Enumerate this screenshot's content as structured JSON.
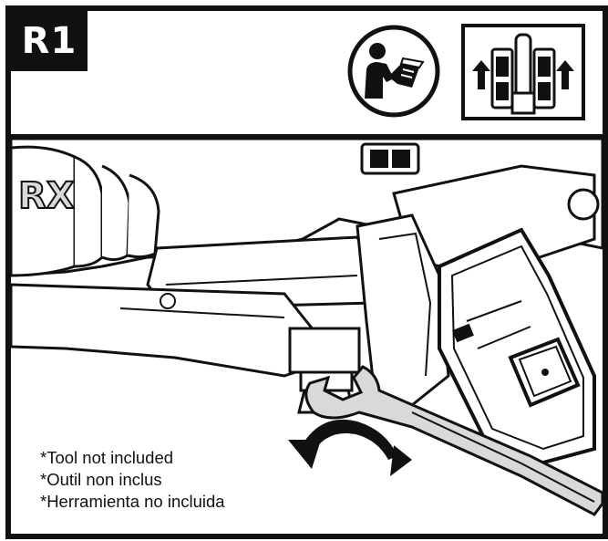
{
  "step": {
    "badge_label": "R1"
  },
  "header_icons": [
    {
      "name": "read-manual-icon"
    },
    {
      "name": "remove-battery-icon"
    }
  ],
  "illustration": {
    "brand_fragment": "RX",
    "icons": [
      "wrench-icon",
      "rotation-arrow-icon",
      "battery-pack-icon"
    ]
  },
  "notes": [
    "*Tool not included",
    "*Outil non inclus",
    "*Herramienta no incluida"
  ],
  "colors": {
    "ink": "#111111",
    "paper": "#ffffff",
    "shade": "#d9d9d9"
  }
}
